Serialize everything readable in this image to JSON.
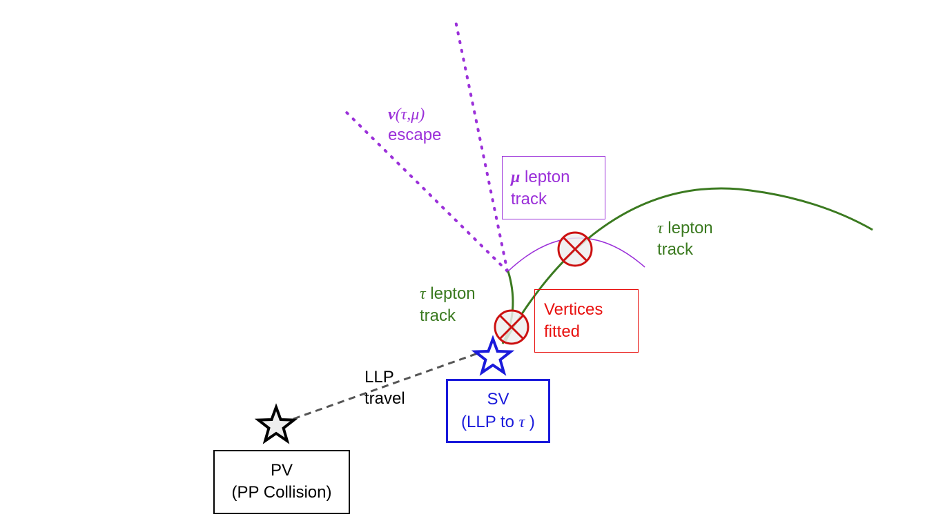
{
  "labels": {
    "neutrino_symbol": "ν",
    "neutrino_args": "(τ,μ)",
    "neutrino_escape": "escape",
    "muon_symbol": "μ",
    "muon_line1": " lepton",
    "muon_line2": "track",
    "tau_symbol": "τ",
    "tau_right_line1": " lepton",
    "tau_right_line2": "track",
    "tau_left_line1": " lepton",
    "tau_left_line2": "track",
    "vertices_line1": "Vertices",
    "vertices_line2": "fitted",
    "llp_line1": "LLP",
    "llp_line2": "travel",
    "sv_line1": "SV",
    "sv_line2_prefix": "(LLP to ",
    "sv_line2_suffix": " )",
    "pv_line1": "PV",
    "pv_line2": "(PP Collision)"
  },
  "colors": {
    "neutrino": "#9b30d9",
    "muon": "#9b30d9",
    "tau_track": "#3b7a20",
    "vertex": "#cc1111",
    "vertices_text": "#e8110f",
    "sv": "#1a1adb",
    "pv": "#000000",
    "llp_line": "#555555",
    "star_fill_pv": "#eeeeee",
    "vertex_fill": "#eeeeee"
  },
  "icons": {
    "pv_marker": "star-icon",
    "sv_marker": "star-icon",
    "vertex_marker": "circled-cross-icon"
  }
}
